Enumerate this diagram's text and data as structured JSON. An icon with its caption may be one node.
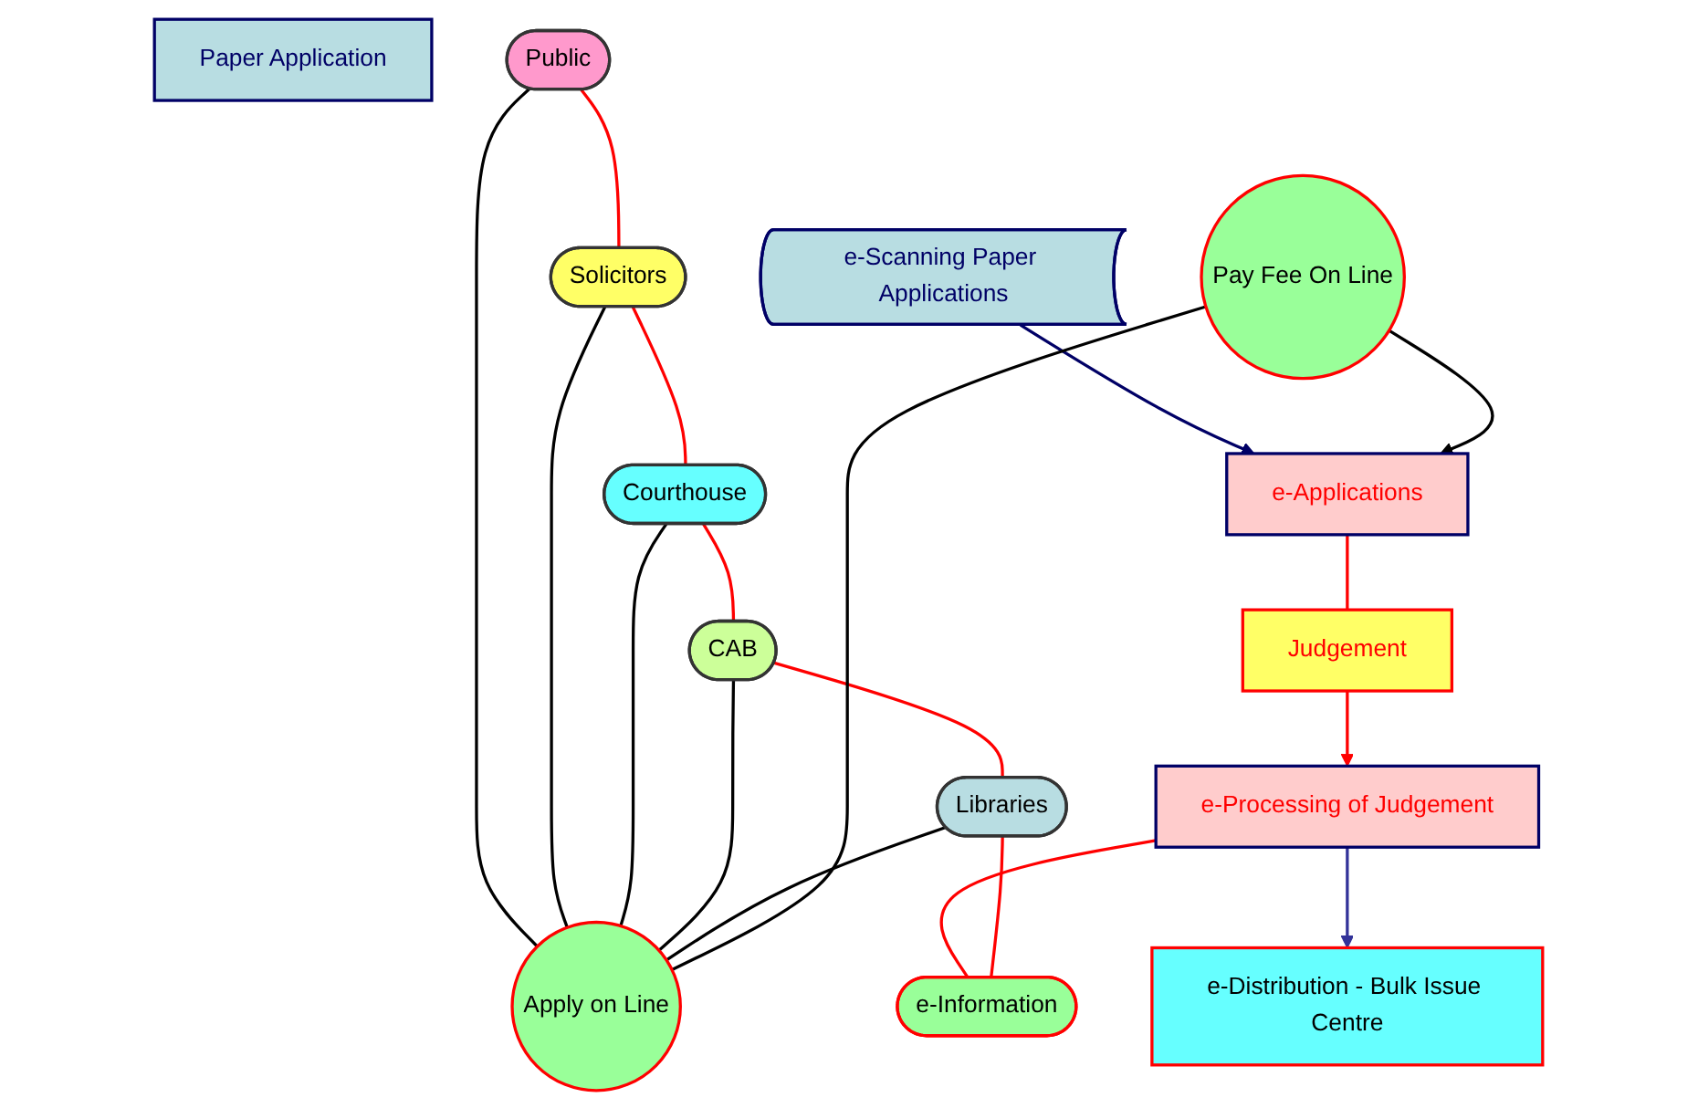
{
  "diagram": {
    "nodes": [
      {
        "text": [
          "Paper Application"
        ]
      },
      {
        "text": [
          "e-Scanning Paper Applications"
        ]
      },
      {
        "text": [
          "Public"
        ]
      },
      {
        "text": [
          "Solicitors"
        ]
      },
      {
        "text": [
          "Courthouse"
        ]
      },
      {
        "text": [
          "CAB"
        ]
      },
      {
        "text": [
          "Libraries"
        ]
      },
      {
        "text": [
          "Pay Fee On Line"
        ]
      },
      {
        "text": [
          "Apply on Line"
        ]
      },
      {
        "text": [
          "e-Applications"
        ]
      },
      {
        "text": [
          "Judgement"
        ]
      },
      {
        "text": [
          "e-Processing of Judgement"
        ]
      },
      {
        "text": [
          "e-Information"
        ]
      },
      {
        "text": [
          "e-Distribution - Bulk Issue Centre"
        ]
      }
    ],
    "edges": [
      {
        "from": 1,
        "to": 9,
        "arrow": "to",
        "color": "#000066"
      },
      {
        "from": 2,
        "to": 3,
        "arrow": "none"
      },
      {
        "from": 3,
        "to": 4,
        "arrow": "none"
      },
      {
        "from": 4,
        "to": 5,
        "arrow": "none"
      },
      {
        "from": 5,
        "to": 6,
        "arrow": "none"
      },
      {
        "from": 2,
        "to": 8,
        "arrow": "none",
        "color": "#000000"
      },
      {
        "from": 3,
        "to": 8,
        "arrow": "none",
        "color": "#000000"
      },
      {
        "from": 4,
        "to": 8,
        "arrow": "none",
        "color": "#000000"
      },
      {
        "from": 5,
        "to": 8,
        "arrow": "none",
        "color": "#000000"
      },
      {
        "from": 6,
        "to": 8,
        "arrow": "none",
        "color": "#000000"
      },
      {
        "from": 7,
        "to": 8,
        "arrow": "none",
        "color": "#000000"
      },
      {
        "from": 7,
        "to": 9,
        "arrow": "to",
        "color": "#000000"
      },
      {
        "from": 9,
        "to": 10,
        "arrow": "none"
      },
      {
        "from": 10,
        "to": 11,
        "arrow": "to"
      },
      {
        "from": 11,
        "to": 13,
        "arrow": "to",
        "color": "#333399"
      },
      {
        "from": 11,
        "to": 12,
        "arrow": "none"
      },
      {
        "from": 6,
        "to": 12,
        "arrow": "none"
      }
    ]
  }
}
